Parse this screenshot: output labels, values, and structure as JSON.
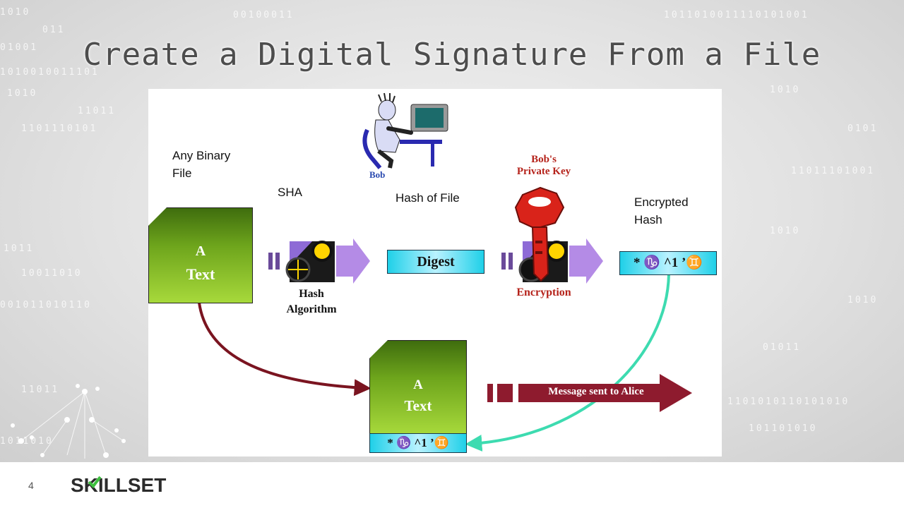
{
  "slide": {
    "title": "Create a Digital Signature From a File",
    "page_number": "4",
    "logo_text": "SKILLSET"
  },
  "background_binary": [
    "1010",
    "011",
    "00100011",
    "1011010011110101001",
    "01001",
    "1010010011101",
    "1010",
    "11011",
    "1101110101",
    "1010",
    "0101",
    "11011101001",
    "1011",
    "10011010",
    "1010",
    "001011010110",
    "1010",
    "01011",
    "11011",
    "1101010110101010",
    "101101010",
    "1011010"
  ],
  "diagram": {
    "labels": {
      "any_binary_file": [
        "Any Binary",
        "File"
      ],
      "sha": "SHA",
      "hash_of_file": "Hash of File",
      "encrypted_hash": [
        "Encrypted",
        "Hash"
      ],
      "bob": "Bob",
      "bobs_private_key": [
        "Bob's",
        "Private Key"
      ],
      "hash_algorithm": [
        "Hash",
        "Algorithm"
      ],
      "encryption": "Encryption",
      "message_sent": "Message sent to Alice"
    },
    "source_doc": [
      "A",
      "Text"
    ],
    "digest": "Digest",
    "encrypted_value": "* ♑ ^1 ’♊",
    "sent_doc": [
      "A",
      "Text"
    ],
    "sent_doc_signature": "* ♑ ^1 ’♊"
  },
  "colors": {
    "doc_green": "#6ea51c",
    "arrow_purple": "#b48be6",
    "key_red": "#d9231a",
    "label_red": "#b5231b",
    "curve_maroon": "#7a1420",
    "curve_teal": "#3ddbb0",
    "message_arrow": "#8e1b2e",
    "digest_cyan": "#1fd0e8"
  },
  "icons": [
    "computer-user-icon",
    "gear-icon",
    "gear-icon",
    "key-icon",
    "arrow-right-icon"
  ]
}
